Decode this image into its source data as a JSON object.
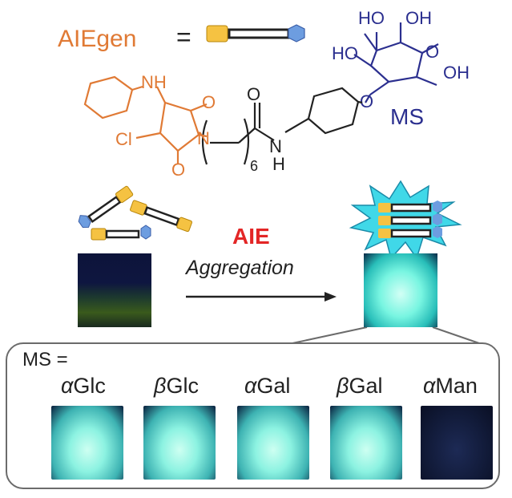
{
  "title_label": "AIEgen",
  "equals_sign": "=",
  "structure": {
    "hydroxyls": [
      "HO",
      "OH",
      "HO",
      "OH"
    ],
    "ring_oxygens": [
      "O",
      "O"
    ],
    "amine_label": "NH",
    "chloro_label": "Cl",
    "ring_n": "N",
    "carbonyl_o": [
      "O",
      "O",
      "O"
    ],
    "chain_n": "6",
    "amide_n": "N",
    "amide_h": "H"
  },
  "ms_label": "MS",
  "aie_label": "AIE",
  "aggregation_label": "Aggregation",
  "ms_equals": "MS =",
  "sugars": [
    {
      "prefix": "α",
      "name": "Glc",
      "emission": "bright"
    },
    {
      "prefix": "β",
      "name": "Glc",
      "emission": "bright"
    },
    {
      "prefix": "α",
      "name": "Gal",
      "emission": "bright"
    },
    {
      "prefix": "β",
      "name": "Gal",
      "emission": "bright"
    },
    {
      "prefix": "α",
      "name": "Man",
      "emission": "dark"
    }
  ],
  "colors": {
    "aiegen_orange": "#e07a35",
    "sugar_blue": "#2b2f8f",
    "aie_red": "#e32626",
    "head_yellow": "#f5c242",
    "tail_blue": "#6d9de0",
    "glow_cyan": "#40d8e8"
  }
}
